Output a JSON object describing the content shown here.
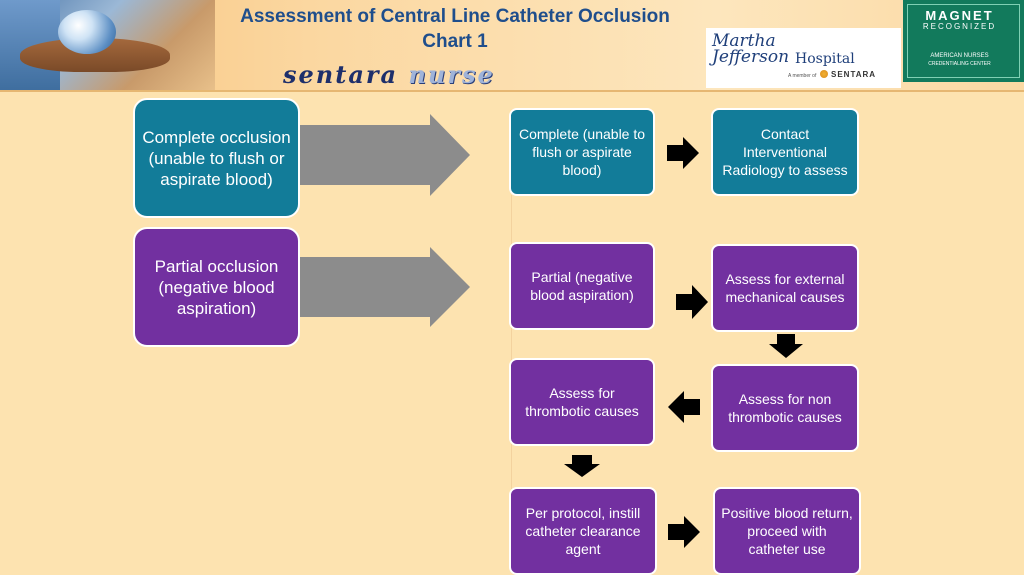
{
  "header": {
    "title_line1": "Assessment of Central Line Catheter Occlusion",
    "title_line2": "Chart 1",
    "brand_left": "sentara",
    "brand_right": "nurse",
    "hospital": {
      "line1": "Martha",
      "line2": "Jefferson",
      "line3": "Hospital",
      "member_text": "A member of",
      "network": "SENTARA"
    },
    "badge": {
      "line1": "MAGNET",
      "line2": "RECOGNIZED",
      "line3": "AMERICAN NURSES",
      "line4": "CREDENTIALING CENTER"
    }
  },
  "left": {
    "complete": "Complete occlusion (unable to flush or aspirate blood)",
    "partial": "Partial occlusion (negative blood aspiration)"
  },
  "flow": {
    "complete_box": "Complete (unable to flush or aspirate blood)",
    "contact_ir": "Contact Interventional Radiology to assess",
    "partial_box": "Partial (negative blood aspiration)",
    "external": "Assess for external mechanical causes",
    "non_thrombotic": "Assess for non thrombotic causes",
    "thrombotic": "Assess for thrombotic causes",
    "instill": "Per protocol, instill catheter clearance agent",
    "positive": "Positive blood return, proceed with catheter use"
  },
  "colors": {
    "teal": "#127c99",
    "purple": "#7230a0",
    "background": "#fde3b0",
    "title": "#1f4e8c",
    "arrow_gray": "#8c8c8c",
    "arrow_black": "#000000"
  }
}
